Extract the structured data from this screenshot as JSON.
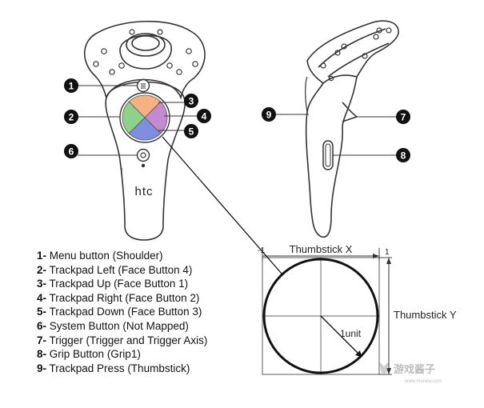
{
  "callouts": [
    {
      "number": "1",
      "text": "Menu button (Shoulder)"
    },
    {
      "number": "2",
      "text": "Trackpad Left (Face Button 4)"
    },
    {
      "number": "3",
      "text": "Trackpad Up (Face Button 1)"
    },
    {
      "number": "4",
      "text": "Trackpad Right (Face Button 2)"
    },
    {
      "number": "5",
      "text": "Trackpad Down (Face Button 3)"
    },
    {
      "number": "6",
      "text": "System Button (Not Mapped)"
    },
    {
      "number": "7",
      "text": "Trigger (Trigger and Trigger Axis)"
    },
    {
      "number": "8",
      "text": "Grip Button (Grip1)"
    },
    {
      "number": "9",
      "text": "Trackpad Press (Thumbstick)"
    }
  ],
  "legend_suffix": "-",
  "controller_logo": "htc",
  "thumbstick": {
    "x_label": "Thumbstick X",
    "y_label": "Thumbstick Y",
    "x_min": "-1",
    "x_max": "1",
    "radius_label": "1unit"
  },
  "watermark": {
    "brand": "游戏酱子",
    "url": "www.menew.com"
  },
  "colors": {
    "up": "#F6B183",
    "left": "#8FD18B",
    "right": "#C28BD1",
    "down": "#7F8FE0",
    "callout": "#111111",
    "outline": "#333333"
  },
  "icons": [
    "menu-button-icon",
    "system-button-icon"
  ]
}
